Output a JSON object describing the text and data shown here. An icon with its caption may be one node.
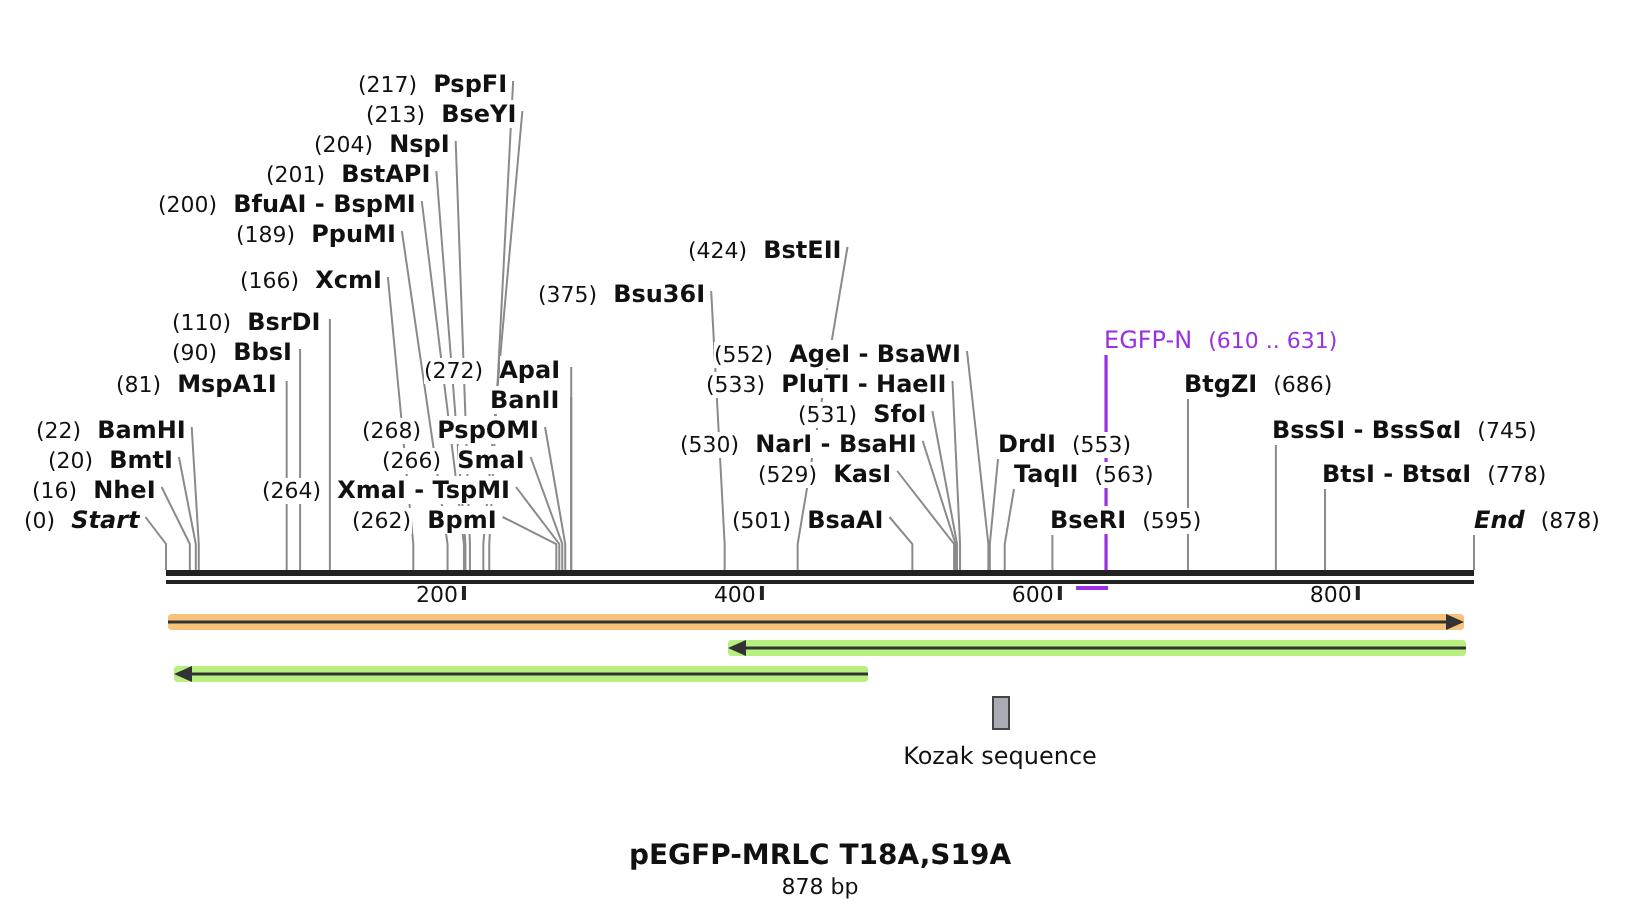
{
  "diagram": {
    "title": "pEGFP-MRLC T18A,S19A",
    "caption": "878 bp",
    "nodes": [
      {
        "text": [],
        "shape": "bar"
      },
      {
        "text": [
          "(217)",
          "PspFI"
        ]
      },
      {
        "text": [
          "(213)",
          "BseYI"
        ]
      },
      {
        "text": [
          "(204)",
          "NspI"
        ]
      },
      {
        "text": [
          "(201)",
          "BstAPI"
        ]
      },
      {
        "text": [
          "(200)",
          "BfuAI - BspMI"
        ]
      },
      {
        "text": [
          "(189)",
          "PpuMI"
        ]
      },
      {
        "text": [
          "(166)",
          "XcmI"
        ]
      },
      {
        "text": [
          "(110)",
          "BsrDI"
        ]
      },
      {
        "text": [
          "(90)",
          "BbsI"
        ]
      },
      {
        "text": [
          "(81)",
          "MspA1I"
        ]
      },
      {
        "text": [
          "(22)",
          "BamHI"
        ]
      },
      {
        "text": [
          "(20)",
          "BmtI"
        ]
      },
      {
        "text": [
          "(16)",
          "NheI"
        ]
      },
      {
        "text": [
          "(0)",
          "Start"
        ]
      },
      {
        "text": [
          "(272)",
          "ApaI"
        ]
      },
      {
        "text": [
          "BanII"
        ]
      },
      {
        "text": [
          "(268)",
          "PspOMI"
        ]
      },
      {
        "text": [
          "(266)",
          "SmaI"
        ]
      },
      {
        "text": [
          "(264)",
          "XmaI - TspMI"
        ]
      },
      {
        "text": [
          "(262)",
          "BpmI"
        ]
      },
      {
        "text": [
          "(424)",
          "BstEII"
        ]
      },
      {
        "text": [
          "(375)",
          "Bsu36I"
        ]
      },
      {
        "text": [
          "(552)",
          "AgeI - BsaWI"
        ]
      },
      {
        "text": [
          "(533)",
          "PluTI - HaeII"
        ]
      },
      {
        "text": [
          "(531)",
          "SfoI"
        ]
      },
      {
        "text": [
          "(530)",
          "NarI - BsaHI"
        ]
      },
      {
        "text": [
          "(529)",
          "KasI"
        ]
      },
      {
        "text": [
          "(501)",
          "BsaAI"
        ]
      },
      {
        "text": [
          "DrdI",
          "(553)"
        ]
      },
      {
        "text": [
          "TaqII",
          "(563)"
        ]
      },
      {
        "text": [
          "BseRI",
          "(595)"
        ]
      },
      {
        "text": [
          "EGFP-N",
          "(610 .. 631)"
        ]
      },
      {
        "text": [
          "BtgZI",
          "(686)"
        ]
      },
      {
        "text": [
          "BssSI - BssSαI",
          "(745)"
        ]
      },
      {
        "text": [
          "BtsI - BtsαI",
          "(778)"
        ]
      },
      {
        "text": [
          "End",
          "(878)"
        ]
      },
      {
        "text": [
          "Kozak sequence"
        ]
      }
    ],
    "edges": [
      {
        "from": 1,
        "to": 0,
        "arrow": "none"
      },
      {
        "from": 2,
        "to": 0,
        "arrow": "none"
      },
      {
        "from": 3,
        "to": 0,
        "arrow": "none"
      },
      {
        "from": 4,
        "to": 0,
        "arrow": "none"
      },
      {
        "from": 5,
        "to": 0,
        "arrow": "none"
      },
      {
        "from": 6,
        "to": 0,
        "arrow": "none"
      },
      {
        "from": 7,
        "to": 0,
        "arrow": "none"
      },
      {
        "from": 8,
        "to": 0,
        "arrow": "none"
      },
      {
        "from": 9,
        "to": 0,
        "arrow": "none"
      },
      {
        "from": 10,
        "to": 0,
        "arrow": "none"
      },
      {
        "from": 11,
        "to": 0,
        "arrow": "none"
      },
      {
        "from": 12,
        "to": 0,
        "arrow": "none"
      },
      {
        "from": 13,
        "to": 0,
        "arrow": "none"
      },
      {
        "from": 14,
        "to": 0,
        "arrow": "none"
      },
      {
        "from": 15,
        "to": 0,
        "arrow": "none"
      },
      {
        "from": 16,
        "to": 0,
        "arrow": "none"
      },
      {
        "from": 17,
        "to": 0,
        "arrow": "none"
      },
      {
        "from": 18,
        "to": 0,
        "arrow": "none"
      },
      {
        "from": 19,
        "to": 0,
        "arrow": "none"
      },
      {
        "from": 20,
        "to": 0,
        "arrow": "none"
      },
      {
        "from": 21,
        "to": 0,
        "arrow": "none"
      },
      {
        "from": 22,
        "to": 0,
        "arrow": "none"
      },
      {
        "from": 23,
        "to": 0,
        "arrow": "none"
      },
      {
        "from": 24,
        "to": 0,
        "arrow": "none"
      },
      {
        "from": 25,
        "to": 0,
        "arrow": "none"
      },
      {
        "from": 26,
        "to": 0,
        "arrow": "none"
      },
      {
        "from": 27,
        "to": 0,
        "arrow": "none"
      },
      {
        "from": 28,
        "to": 0,
        "arrow": "none"
      },
      {
        "from": 29,
        "to": 0,
        "arrow": "none"
      },
      {
        "from": 30,
        "to": 0,
        "arrow": "none"
      },
      {
        "from": 31,
        "to": 0,
        "arrow": "none"
      },
      {
        "from": 32,
        "to": 0,
        "arrow": "none",
        "color": "#9b30e0"
      },
      {
        "from": 33,
        "to": 0,
        "arrow": "none"
      },
      {
        "from": 34,
        "to": 0,
        "arrow": "none"
      },
      {
        "from": 35,
        "to": 0,
        "arrow": "none"
      },
      {
        "from": 36,
        "to": 0,
        "arrow": "none"
      }
    ],
    "labels": [
      "200",
      "400",
      "600",
      "800"
    ]
  }
}
